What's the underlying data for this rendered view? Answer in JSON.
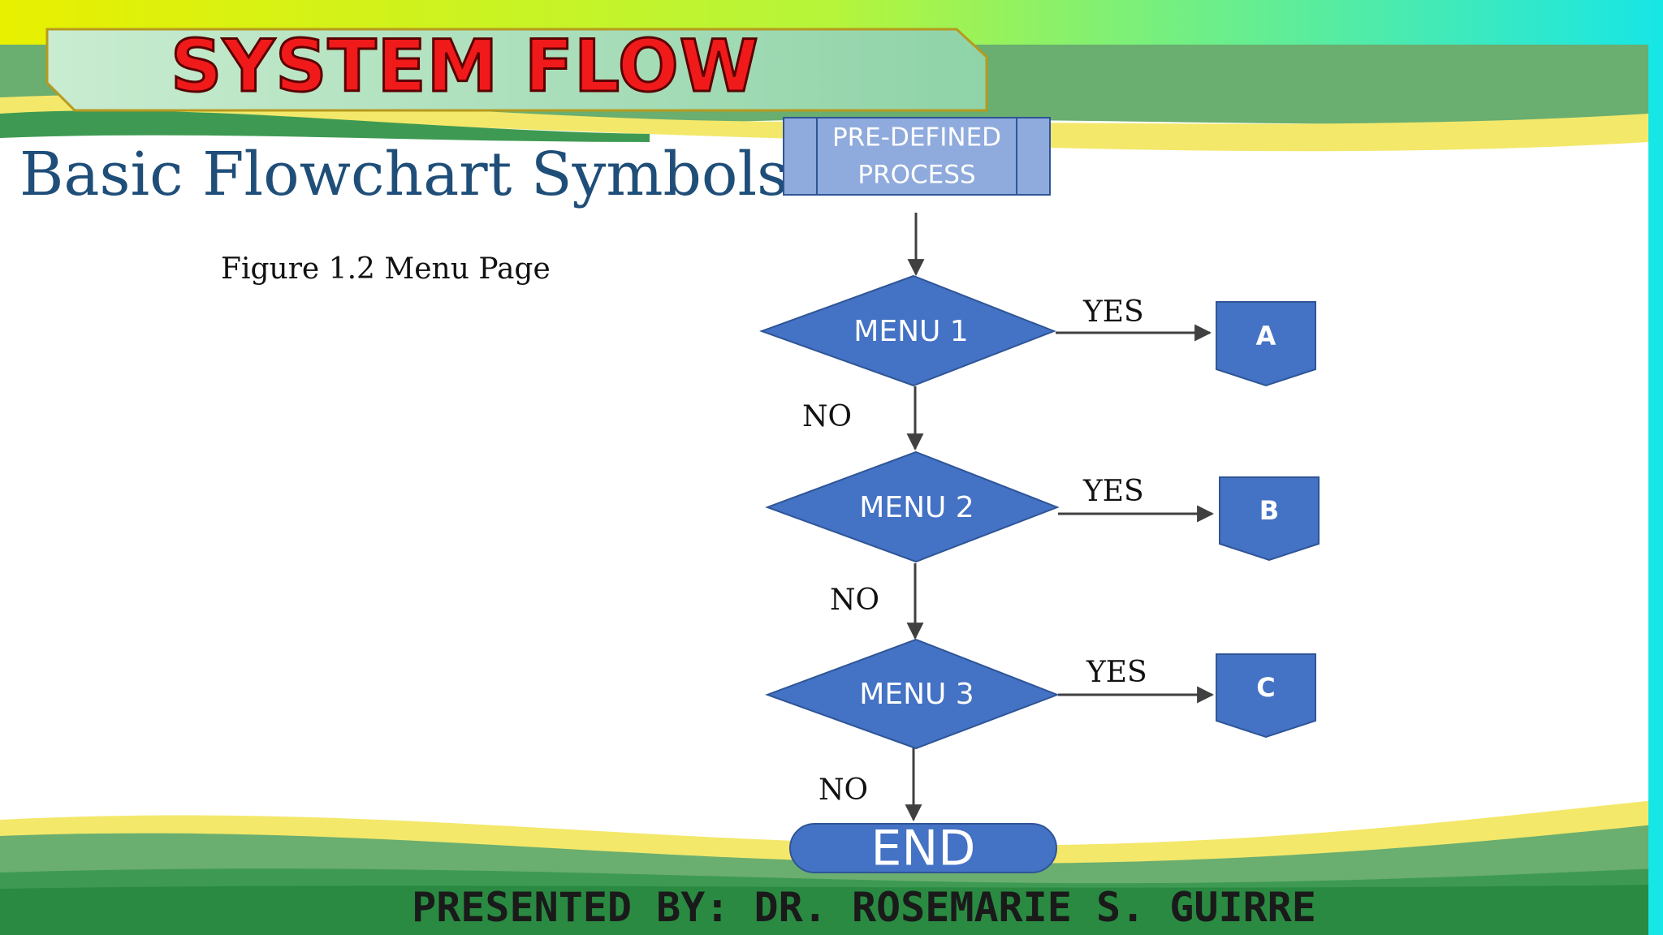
{
  "slide_title": "SYSTEM FLOW",
  "subtitle": "Basic Flowchart Symbols",
  "caption": "Figure 1.2 Menu Page",
  "footer": "PRESENTED BY: DR. ROSEMARIE S. GUIRRE",
  "colors": {
    "node_fill": "#4472c4",
    "process_fill": "#8faadc",
    "title_red": "#f01a1a",
    "subtitle_blue": "#1f4e79"
  },
  "flow": {
    "process_line1": "PRE-DEFINED",
    "process_line2": "PROCESS",
    "menu1": "MENU 1",
    "menu2": "MENU 2",
    "menu3": "MENU 3",
    "out_a": "A",
    "out_b": "B",
    "out_c": "C",
    "end": "END",
    "yes1": "YES",
    "yes2": "YES",
    "yes3": "YES",
    "no1": "NO",
    "no2": "NO",
    "no3": "NO"
  }
}
